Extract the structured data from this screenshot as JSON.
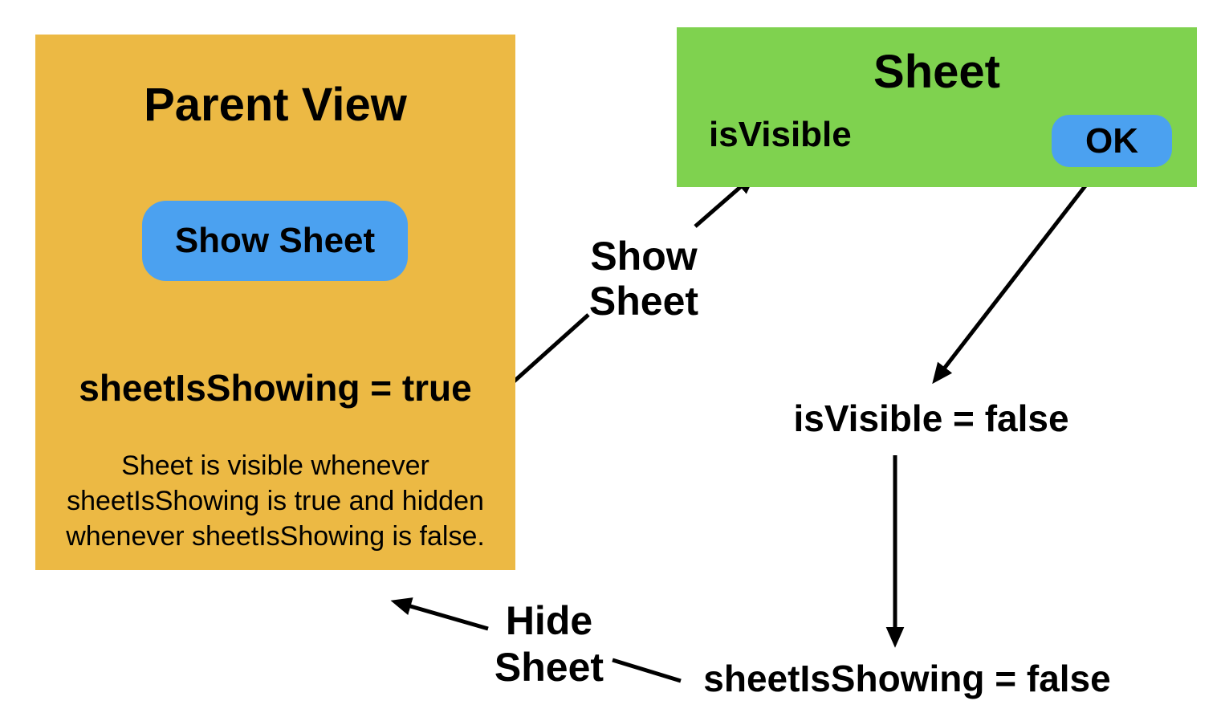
{
  "diagram": {
    "parent_view": {
      "title": "Parent View",
      "button_label": "Show Sheet",
      "state_label": "sheetIsShowing = true",
      "description": "Sheet is visible whenever sheetIsShowing is true and hidden whenever sheetIsShowing is false."
    },
    "sheet": {
      "title": "Sheet",
      "property_label": "isVisible",
      "ok_button_label": "OK"
    },
    "transitions": {
      "show": {
        "line1": "Show",
        "line2": "Sheet"
      },
      "hide": {
        "line1": "Hide",
        "line2": "Sheet"
      },
      "sheet_state_after_ok": "isVisible = false",
      "parent_state_after_ok": "sheetIsShowing = false"
    },
    "colors": {
      "parent_bg": "#ECB944",
      "sheet_bg": "#7FD24F",
      "button_bg": "#4BA1F0",
      "arrow": "#000000",
      "text": "#000000",
      "background": "#FFFFFF"
    }
  }
}
